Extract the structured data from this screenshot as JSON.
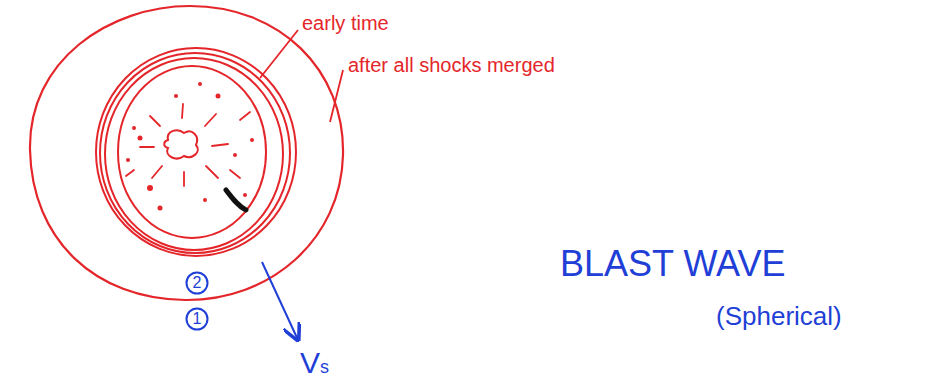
{
  "diagram": {
    "nodes": [
      {
        "text": [
          "2"
        ]
      },
      {
        "text": [
          "1"
        ]
      }
    ],
    "labels": [
      "early time",
      "after all shocks merged",
      "BLAST WAVE",
      "(Spherical)",
      "Vs"
    ]
  }
}
